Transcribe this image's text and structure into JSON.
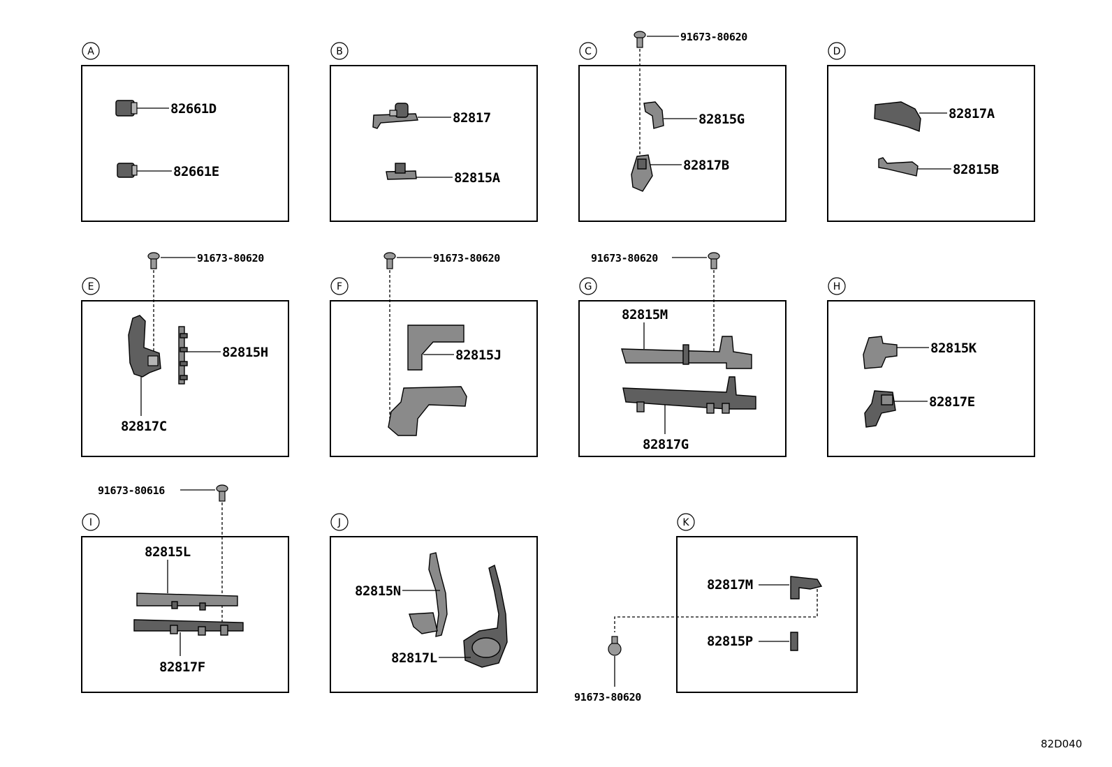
{
  "diagram_ref": "82D040",
  "groups": [
    {
      "id": "A",
      "parts": [
        "82661D",
        "82661E"
      ]
    },
    {
      "id": "B",
      "parts": [
        "82817",
        "82815A"
      ]
    },
    {
      "id": "C",
      "parts": [
        "82815G",
        "82817B"
      ],
      "bolt": "91673-80620"
    },
    {
      "id": "D",
      "parts": [
        "82817A",
        "82815B"
      ]
    },
    {
      "id": "E",
      "parts": [
        "82815H",
        "82817C"
      ],
      "bolt": "91673-80620"
    },
    {
      "id": "F",
      "parts": [
        "82815J"
      ],
      "bolt": "91673-80620"
    },
    {
      "id": "G",
      "parts": [
        "82815M",
        "82817G"
      ],
      "bolt": "91673-80620"
    },
    {
      "id": "H",
      "parts": [
        "82815K",
        "82817E"
      ]
    },
    {
      "id": "I",
      "parts": [
        "82815L",
        "82817F"
      ],
      "bolt": "91673-80616"
    },
    {
      "id": "J",
      "parts": [
        "82815N",
        "82817L"
      ]
    },
    {
      "id": "K",
      "parts": [
        "82817M",
        "82815P"
      ],
      "bolt": "91673-80620"
    }
  ]
}
